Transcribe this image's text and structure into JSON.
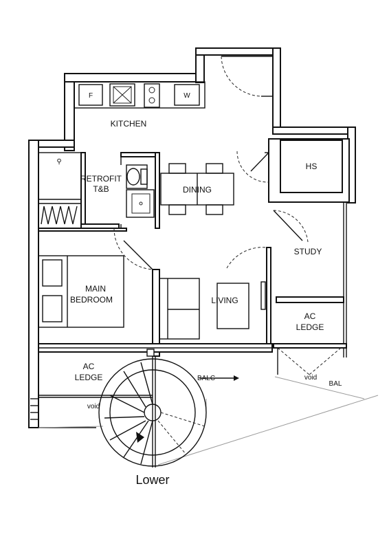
{
  "plan": {
    "rooms": {
      "kitchen": "KITCHEN",
      "retrofit_line1": "RETROFIT",
      "retrofit_line2": "T&B",
      "dining": "DINING",
      "hs": "HS",
      "study": "STUDY",
      "main_bedroom_line1": "MAIN",
      "main_bedroom_line2": "BEDROOM",
      "living": "LIVING",
      "ac_ledge_right_line1": "AC",
      "ac_ledge_right_line2": "LEDGE",
      "ac_ledge_left_line1": "AC",
      "ac_ledge_left_line2": "LEDGE"
    },
    "appliances": {
      "fridge": "F",
      "washer": "W"
    },
    "markers": {
      "balcony": "BALC",
      "balcony_right": "BAL",
      "void_right": "void",
      "void_left": "void"
    },
    "caption": "Lower"
  }
}
